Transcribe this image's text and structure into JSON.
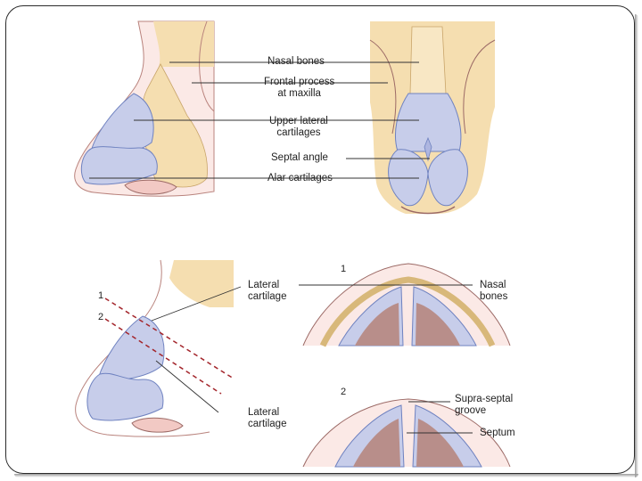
{
  "labels": {
    "nasal_bones": "Nasal bones",
    "frontal_process_1": "Frontal process",
    "frontal_process_2": "at maxilla",
    "upper_lateral_1": "Upper lateral",
    "upper_lateral_2": "cartilages",
    "septal_angle": "Septal angle",
    "alar_cartilages": "Alar cartilages",
    "lateral_cartilage_top_1": "Lateral",
    "lateral_cartilage_top_2": "cartilage",
    "lateral_cartilage_bottom_1": "Lateral",
    "lateral_cartilage_bottom_2": "cartilage",
    "nasal_bones_section_1": "Nasal",
    "nasal_bones_section_2": "bones",
    "supra_septal_1": "Supra-septal",
    "supra_septal_2": "groove",
    "septum": "Septum"
  },
  "section_numbers": {
    "line1": "1",
    "line2": "2",
    "section1": "1",
    "section2": "2"
  },
  "colors": {
    "skin": "#f2c9c4",
    "bone": "#f5deb0",
    "cartilage": "#c7cdea",
    "cartilage_edge": "#7d8fc7",
    "cut_line": "#a3252b",
    "leader": "#333333"
  }
}
